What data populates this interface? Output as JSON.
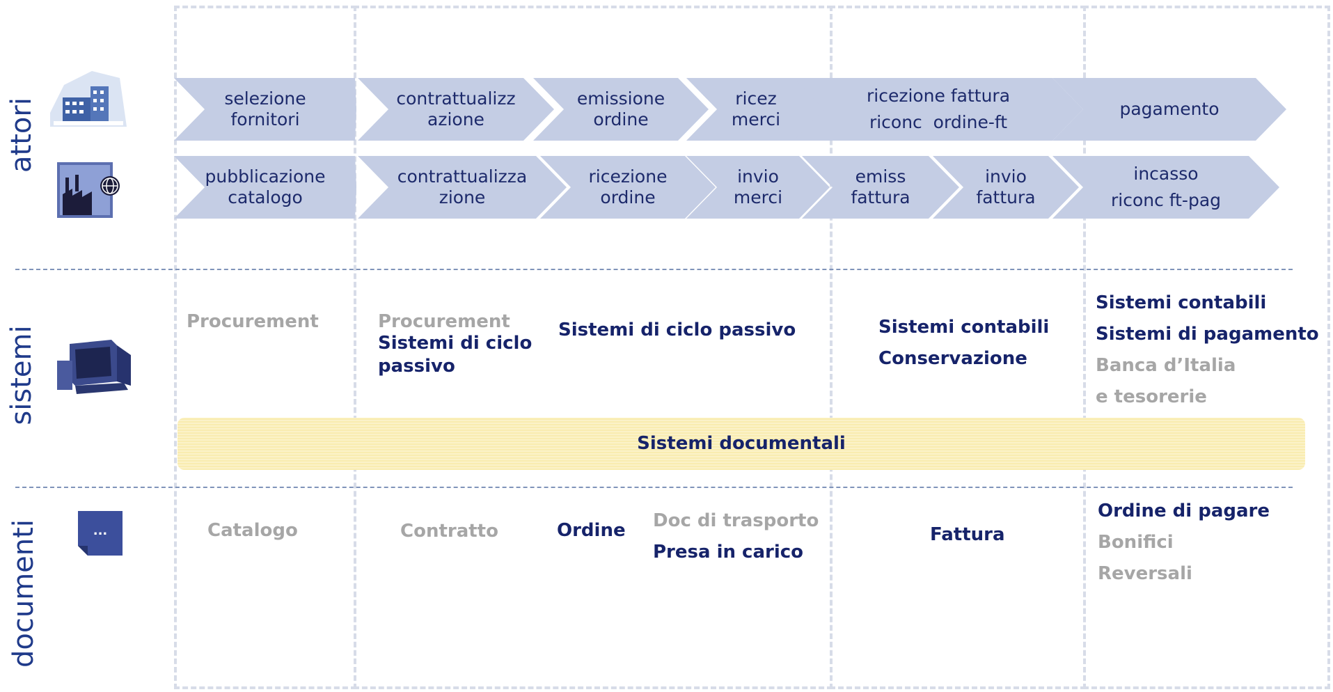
{
  "rows": {
    "attori": "attori",
    "sistemi": "sistemi",
    "documenti": "documenti"
  },
  "process_top": [
    [
      "selezione",
      "fornitori"
    ],
    [
      "contrattualizz",
      "azione"
    ],
    [
      "emissione",
      "ordine"
    ],
    [
      "ricez",
      "merci"
    ],
    [
      "ricezione fattura",
      "riconc  ordine-ft"
    ],
    [
      "pagamento"
    ]
  ],
  "process_bottom": [
    [
      "pubblicazione",
      "catalogo"
    ],
    [
      "contrattualizza",
      "zione"
    ],
    [
      "ricezione",
      "ordine"
    ],
    [
      "invio",
      "merci"
    ],
    [
      "emiss",
      "fattura"
    ],
    [
      "invio",
      "fattura"
    ],
    [
      "incasso",
      "riconc ft-pag"
    ]
  ],
  "systems": {
    "col1": [
      "Procurement"
    ],
    "col2_grey": "Procurement",
    "col2_dark": [
      "Sistemi di ciclo",
      "passivo"
    ],
    "col3": "Sistemi di ciclo passivo",
    "col4": [
      "Sistemi contabili",
      "Conservazione"
    ],
    "col5_dark": [
      "Sistemi contabili",
      "Sistemi di pagamento"
    ],
    "col5_grey": [
      "Banca d’Italia",
      "e tesorerie"
    ],
    "band": "Sistemi documentali"
  },
  "documents": {
    "catalogo": "Catalogo",
    "contratto": "Contratto",
    "ordine": "Ordine",
    "doc_trasporto": "Doc di trasporto",
    "presa_in_carico": "Presa in carico",
    "fattura": "Fattura",
    "ordine_pagare": "Ordine di pagare",
    "bonifici": "Bonifici",
    "reversali": "Reversali",
    "doc_icon_label": "..."
  },
  "colors": {
    "chevron": "#c4cde4",
    "dark_text": "#16236a",
    "grey_text": "#a6a6a6",
    "band": "#f9ecb0"
  },
  "icons": [
    "building-icon",
    "factory-globe-icon",
    "computer-icon",
    "document-icon"
  ]
}
